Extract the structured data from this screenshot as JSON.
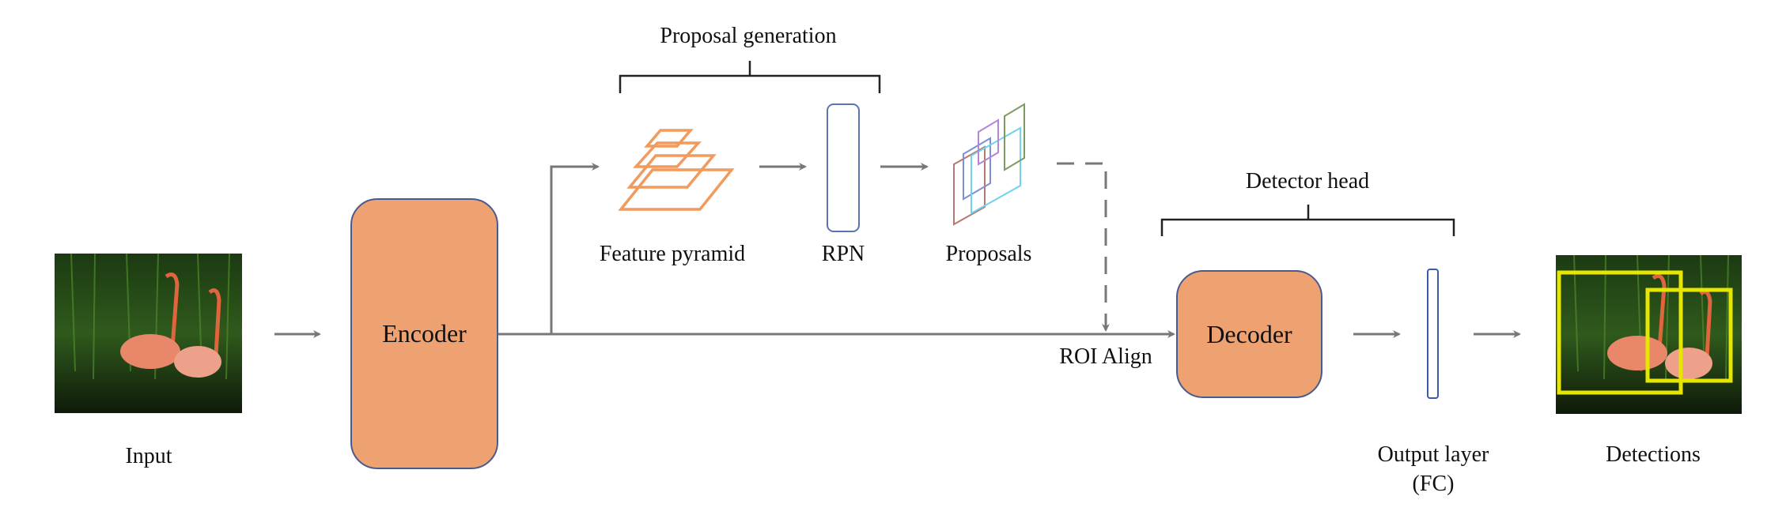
{
  "input": {
    "label": "Input"
  },
  "encoder": {
    "label": "Encoder"
  },
  "proposal_generation": {
    "title": "Proposal generation",
    "feature_pyramid": "Feature pyramid",
    "rpn": "RPN",
    "proposals": "Proposals"
  },
  "roi_align": "ROI Align",
  "detector_head": {
    "title": "Detector head",
    "decoder": "Decoder",
    "output_layer": "Output layer",
    "output_layer_sub": "(FC)"
  },
  "detections": {
    "label": "Detections"
  },
  "colors": {
    "block_fill": "#eea271",
    "block_border": "#4a5a8c",
    "pyramid": "#f29a5c",
    "rpn": "#5b73b0",
    "arrow": "#777777",
    "detection_box": "#e6e600"
  }
}
